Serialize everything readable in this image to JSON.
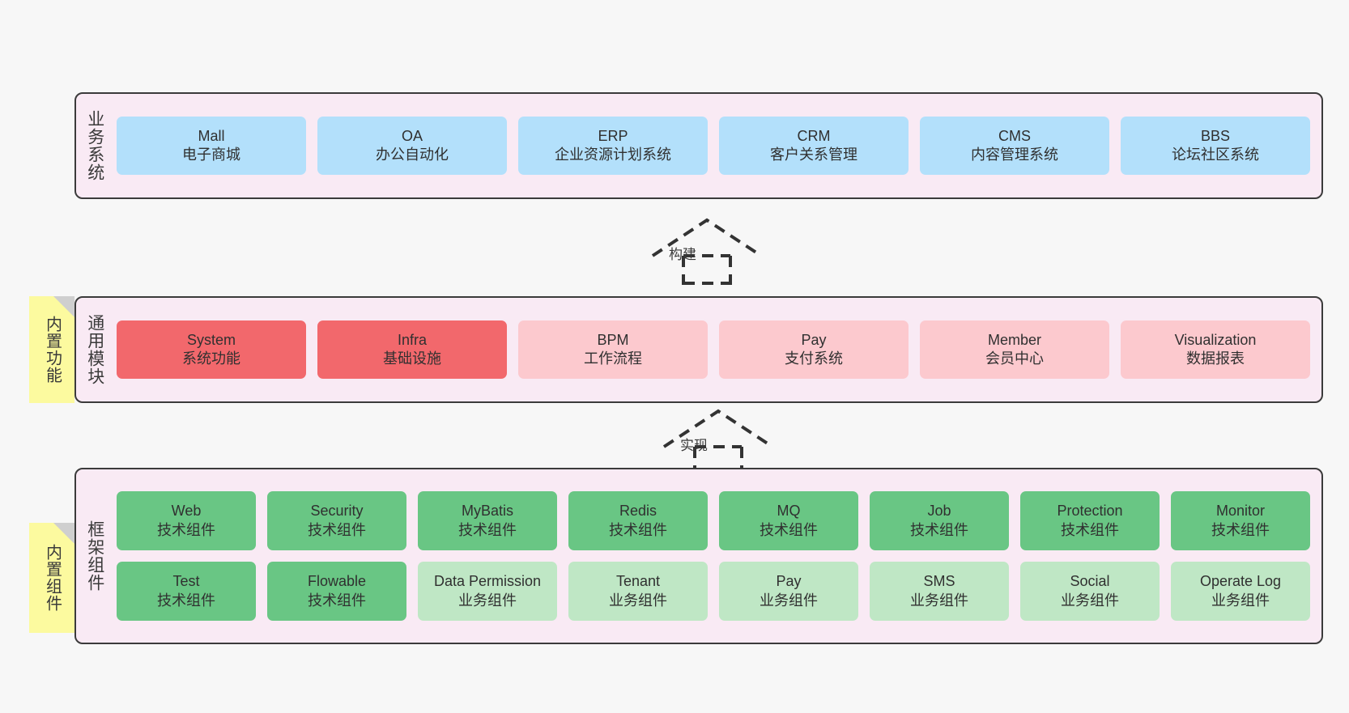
{
  "diagram": {
    "background_color": "#f7f7f7",
    "layer_fill": "#f9eaf4",
    "layer_border": "#3b3b3b",
    "note_fill": "#fcfa9f"
  },
  "layers": [
    {
      "id": "business-system",
      "title": "业务系统",
      "note": null,
      "rows": [
        {
          "nodes": [
            {
              "title": "Mall",
              "sub": "电子商城",
              "color": "#b3e0fb",
              "variant": "c-blue"
            },
            {
              "title": "OA",
              "sub": "办公自动化",
              "color": "#b3e0fb",
              "variant": "c-blue"
            },
            {
              "title": "ERP",
              "sub": "企业资源计划系统",
              "color": "#b3e0fb",
              "variant": "c-blue"
            },
            {
              "title": "CRM",
              "sub": "客户关系管理",
              "color": "#b3e0fb",
              "variant": "c-blue"
            },
            {
              "title": "CMS",
              "sub": "内容管理系统",
              "color": "#b3e0fb",
              "variant": "c-blue"
            },
            {
              "title": "BBS",
              "sub": "论坛社区系统",
              "color": "#b3e0fb",
              "variant": "c-blue"
            }
          ]
        }
      ]
    },
    {
      "id": "common-module",
      "title": "通用模块",
      "note": "内置功能",
      "rows": [
        {
          "nodes": [
            {
              "title": "System",
              "sub": "系统功能",
              "color": "#f2686c",
              "variant": "c-red"
            },
            {
              "title": "Infra",
              "sub": "基础设施",
              "color": "#f2686c",
              "variant": "c-red"
            },
            {
              "title": "BPM",
              "sub": "工作流程",
              "color": "#fcc9ce",
              "variant": "c-pink"
            },
            {
              "title": "Pay",
              "sub": "支付系统",
              "color": "#fcc9ce",
              "variant": "c-pink"
            },
            {
              "title": "Member",
              "sub": "会员中心",
              "color": "#fcc9ce",
              "variant": "c-pink"
            },
            {
              "title": "Visualization",
              "sub": "数据报表",
              "color": "#fcc9ce",
              "variant": "c-pink"
            }
          ]
        }
      ]
    },
    {
      "id": "framework-component",
      "title": "框架组件",
      "note": "内置组件",
      "rows": [
        {
          "nodes": [
            {
              "title": "Web",
              "sub": "技术组件",
              "color": "#69c684",
              "variant": "c-green"
            },
            {
              "title": "Security",
              "sub": "技术组件",
              "color": "#69c684",
              "variant": "c-green"
            },
            {
              "title": "MyBatis",
              "sub": "技术组件",
              "color": "#69c684",
              "variant": "c-green"
            },
            {
              "title": "Redis",
              "sub": "技术组件",
              "color": "#69c684",
              "variant": "c-green"
            },
            {
              "title": "MQ",
              "sub": "技术组件",
              "color": "#69c684",
              "variant": "c-green"
            },
            {
              "title": "Job",
              "sub": "技术组件",
              "color": "#69c684",
              "variant": "c-green"
            },
            {
              "title": "Protection",
              "sub": "技术组件",
              "color": "#69c684",
              "variant": "c-green"
            },
            {
              "title": "Monitor",
              "sub": "技术组件",
              "color": "#69c684",
              "variant": "c-green"
            }
          ]
        },
        {
          "nodes": [
            {
              "title": "Test",
              "sub": "技术组件",
              "color": "#69c684",
              "variant": "c-green"
            },
            {
              "title": "Flowable",
              "sub": "技术组件",
              "color": "#69c684",
              "variant": "c-green"
            },
            {
              "title": "Data Permission",
              "sub": "业务组件",
              "color": "#bfe7c5",
              "variant": "c-lightgreen",
              "wrap": true
            },
            {
              "title": "Tenant",
              "sub": "业务组件",
              "color": "#bfe7c5",
              "variant": "c-lightgreen"
            },
            {
              "title": "Pay",
              "sub": "业务组件",
              "color": "#bfe7c5",
              "variant": "c-lightgreen"
            },
            {
              "title": "SMS",
              "sub": "业务组件",
              "color": "#bfe7c5",
              "variant": "c-lightgreen"
            },
            {
              "title": "Social",
              "sub": "业务组件",
              "color": "#bfe7c5",
              "variant": "c-lightgreen"
            },
            {
              "title": "Operate Log",
              "sub": "业务组件",
              "color": "#bfe7c5",
              "variant": "c-lightgreen"
            }
          ]
        }
      ]
    }
  ],
  "connectors": [
    {
      "id": "build",
      "label": "构建"
    },
    {
      "id": "implement",
      "label": "实现"
    }
  ]
}
